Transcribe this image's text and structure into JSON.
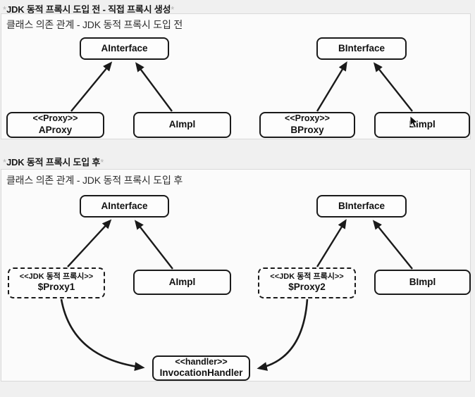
{
  "page": {
    "bg_color": "#f0f0f0",
    "panel_bg": "#fbfbfb",
    "panel_border_color": "#d9d9d9",
    "box_border_color": "#1a1a1a",
    "arrow_color": "#1a1a1a"
  },
  "section_before": {
    "header": {
      "prefix": "*",
      "text": "JDK 동적 프록시 도입 전 - 직접 프록시 생성",
      "suffix": "*"
    },
    "panel_title": "클래스 의존 관계 - JDK 동적 프록시 도입 전",
    "boxes": {
      "a_interface": {
        "label": "AInterface"
      },
      "a_proxy": {
        "stereotype": "<<Proxy>>",
        "name": "AProxy"
      },
      "a_impl": {
        "label": "AImpl"
      },
      "b_interface": {
        "label": "BInterface"
      },
      "b_proxy": {
        "stereotype": "<<Proxy>>",
        "name": "BProxy"
      },
      "b_impl": {
        "label": "BImpl"
      }
    }
  },
  "section_after": {
    "header": {
      "prefix": "*",
      "text": "JDK 동적 프록시 도입 후",
      "suffix": "*"
    },
    "panel_title": "클래스 의존 관계 - JDK 동적 프록시 도입 후",
    "boxes": {
      "a_interface": {
        "label": "AInterface"
      },
      "proxy1": {
        "stereotype": "<<JDK 동적 프록시>>",
        "name": "$Proxy1"
      },
      "a_impl": {
        "label": "AImpl"
      },
      "b_interface": {
        "label": "BInterface"
      },
      "proxy2": {
        "stereotype": "<<JDK 동적 프록시>>",
        "name": "$Proxy2"
      },
      "b_impl": {
        "label": "BImpl"
      },
      "handler": {
        "stereotype": "<<handler>>",
        "name": "InvocationHandler"
      }
    }
  },
  "icons": {
    "cursor": "mouse-pointer-icon"
  }
}
